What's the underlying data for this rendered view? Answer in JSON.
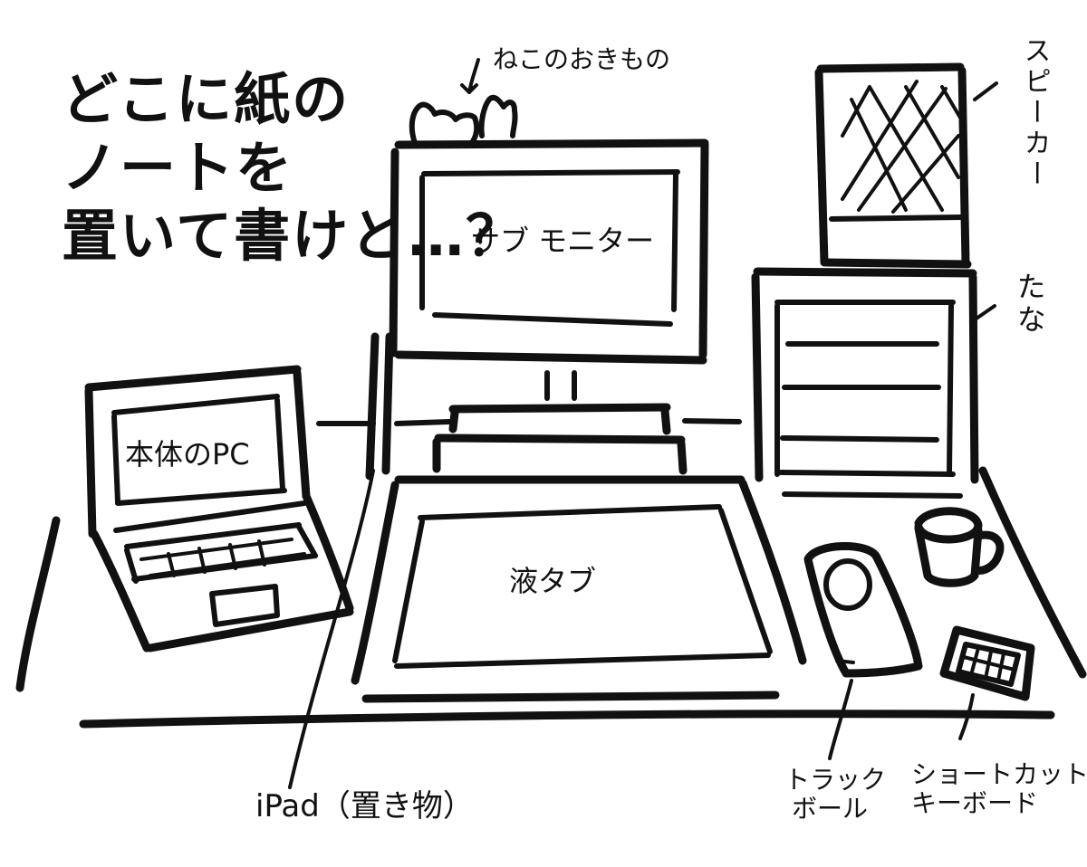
{
  "title_lines": [
    "どこに紙の",
    "ノートを",
    "置いて書けと…？"
  ],
  "labels": {
    "cat_figurine": "ねこのおきもの",
    "speaker": "スピーカー",
    "shelf": "たな",
    "sub_monitor": "サブ モニター",
    "main_pc": "本体のPC",
    "pen_tablet": "液タブ",
    "ipad": "iPad（置き物）",
    "trackball_line1": "トラック",
    "trackball_line2": "ボール",
    "shortcut_line1": "ショートカットの",
    "shortcut_line2": "キーボード"
  },
  "colors": {
    "ink": "#111111",
    "paper": "#ffffff"
  }
}
